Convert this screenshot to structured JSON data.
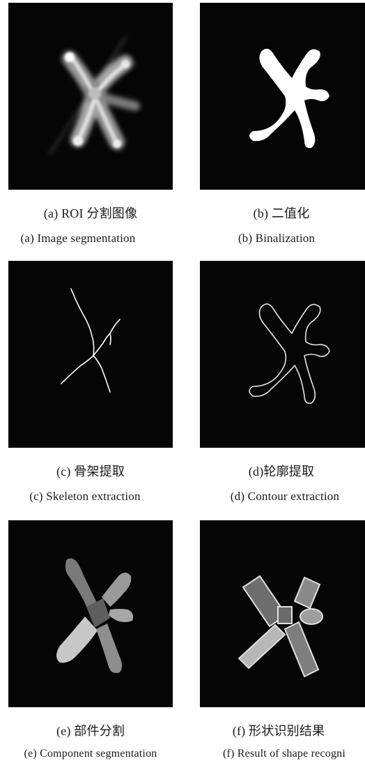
{
  "figure": {
    "panels": [
      {
        "id": "a",
        "caption_cn": "(a) ROI 分割图像",
        "caption_en": "(a) Image segmentation"
      },
      {
        "id": "b",
        "caption_cn": "(b) 二值化",
        "caption_en": "(b) Binalization"
      },
      {
        "id": "c",
        "caption_cn": "(c) 骨架提取",
        "caption_en": "(c) Skeleton extraction"
      },
      {
        "id": "d",
        "caption_cn": "(d)轮廓提取",
        "caption_en": "(d) Contour extraction"
      },
      {
        "id": "e",
        "caption_cn": "(e) 部件分割",
        "caption_en": "(e) Component segmentation"
      },
      {
        "id": "f",
        "caption_cn": "(f) 形状识别结果",
        "caption_en": "(f) Result of shape recogni"
      }
    ]
  }
}
